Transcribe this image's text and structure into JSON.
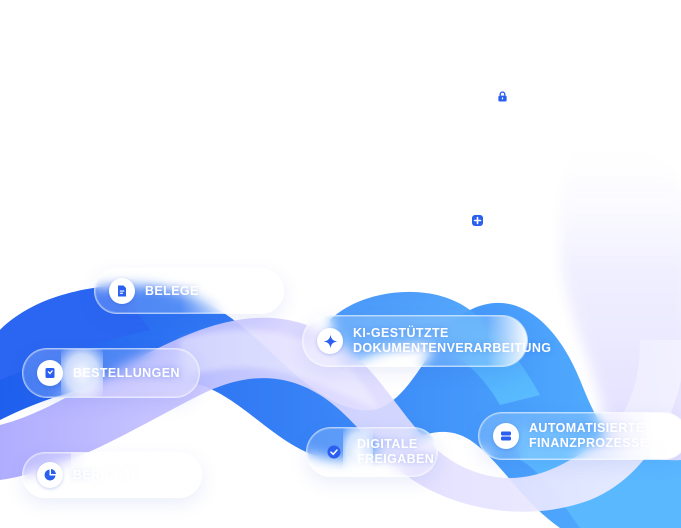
{
  "features": {
    "belege": "BELEGE",
    "bestellungen": "BESTELLUNGEN",
    "ki": "KI-GESTÜTZTE\nDOKUMENTENVERARBEITUNG",
    "digitale": "DIGITALE\nFREIGABEN",
    "automatisierte": "AUTOMATISIERTE\nFINANZPROZESSE",
    "berichte": "BERICHTE"
  },
  "icons": {
    "top_lock": "lock-icon",
    "mid_plus": "plus-icon",
    "belege": "document-icon",
    "bestellungen": "bookmark-icon",
    "ki": "sparkle-icon",
    "digitale": "check-icon",
    "automatisierte": "database-icon",
    "berichte": "pie-chart-icon"
  },
  "colors": {
    "ribbon_blue": "#2f6bf2",
    "ribbon_light_blue": "#4fb0ff",
    "ribbon_lavender": "#c9c4ff",
    "icon_blue": "#2a5ff0",
    "white": "#ffffff"
  }
}
